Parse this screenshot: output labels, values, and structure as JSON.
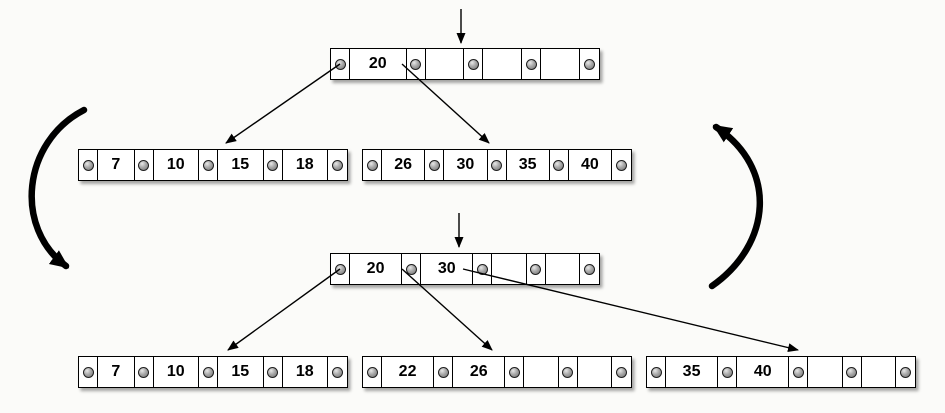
{
  "trees": {
    "before": {
      "root": {
        "keys": [
          "20",
          "",
          "",
          ""
        ]
      },
      "children": [
        {
          "keys": [
            "7",
            "10",
            "15",
            "18"
          ]
        },
        {
          "keys": [
            "26",
            "30",
            "35",
            "40"
          ]
        }
      ]
    },
    "after": {
      "root": {
        "keys": [
          "20",
          "30",
          "",
          ""
        ]
      },
      "children": [
        {
          "keys": [
            "7",
            "10",
            "15",
            "18"
          ]
        },
        {
          "keys": [
            "22",
            "26",
            "",
            ""
          ]
        },
        {
          "keys": [
            "35",
            "40",
            "",
            ""
          ]
        }
      ]
    }
  },
  "icons": {
    "insert_cursor": "down-arrow",
    "child_edge": "arrow-line",
    "transform_forward": "curved-arrow-down",
    "transform_back": "curved-arrow-up",
    "pointer_slot": "gray-dot"
  },
  "colors": {
    "stroke": "#000000",
    "node_fill": "#ffffff",
    "node_border": "#000000",
    "pointer_dot": "#8f8f8f",
    "background": "#fbfbf9"
  }
}
